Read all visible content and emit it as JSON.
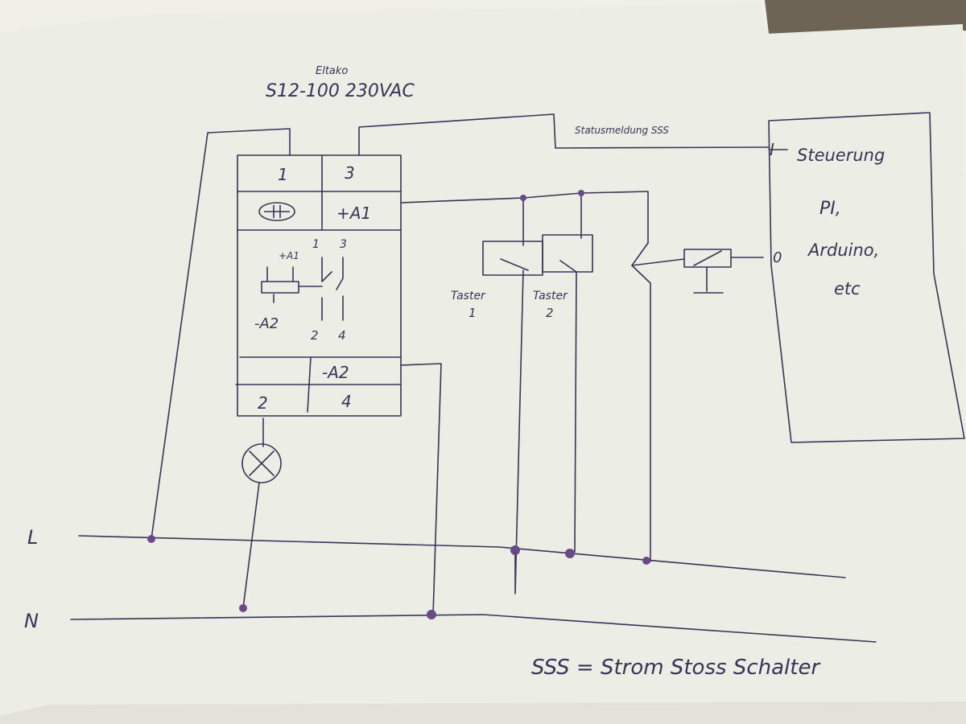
{
  "labels": {
    "brand": "Eltako",
    "model": "S12-100 230VAC",
    "status_line": "Statusmeldung SSS",
    "controller_input": "I",
    "controller_output": "0",
    "controller_line1": "Steuerung",
    "controller_line2": "PI,",
    "controller_line3": "Arduino,",
    "controller_line4": "etc",
    "terminal_1": "1",
    "terminal_3": "3",
    "terminal_plus_a1": "+A1",
    "inner_plus_a1": "+A1",
    "inner_1": "1",
    "inner_3": "3",
    "inner_minus_a2": "-A2",
    "inner_2": "2",
    "inner_4": "4",
    "terminal_minus_a2": "-A2",
    "terminal_2": "2",
    "terminal_4": "4",
    "button1_line1": "Taster",
    "button1_line2": "1",
    "button2_line1": "Taster",
    "button2_line2": "2",
    "rail_l": "L",
    "rail_n": "N",
    "footnote": "SSS = Strom Stoss Schalter"
  },
  "colors": {
    "ink": "#3a3358",
    "paper": "#eeeee6",
    "desk": "#6e6456",
    "node": "#6a4a86"
  }
}
